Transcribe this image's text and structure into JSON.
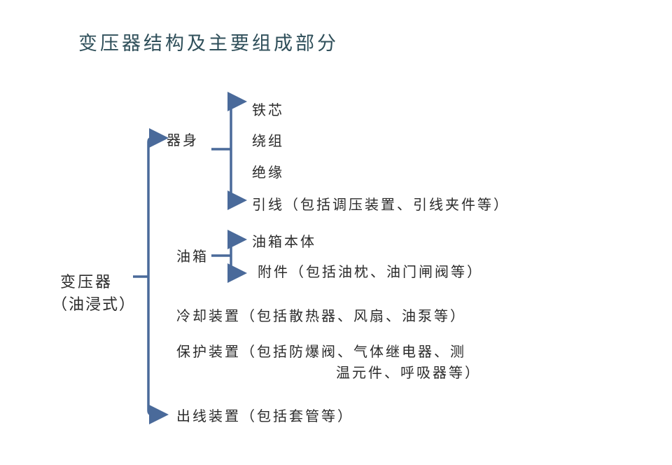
{
  "title": "变压器结构及主要组成部分",
  "root": {
    "line1": "变压器",
    "line2": "（油浸式）"
  },
  "branches": [
    {
      "label": "器身",
      "children": [
        "铁芯",
        "绕组",
        "绝缘",
        "引线（包括调压装置、引线夹件等）"
      ]
    },
    {
      "label": "油箱",
      "children": [
        "油箱本体",
        "附件（包括油枕、油门闸阀等）"
      ]
    },
    {
      "label": "冷却装置（包括散热器、风扇、油泵等）"
    },
    {
      "label": "保护装置（包括防爆阀、气体继电器、测",
      "label_line2": "温元件、呼吸器等）"
    },
    {
      "label": "出线装置（包括套管等）"
    }
  ],
  "colors": {
    "line": "#4a6a9a",
    "title": "#2f4f5a"
  }
}
